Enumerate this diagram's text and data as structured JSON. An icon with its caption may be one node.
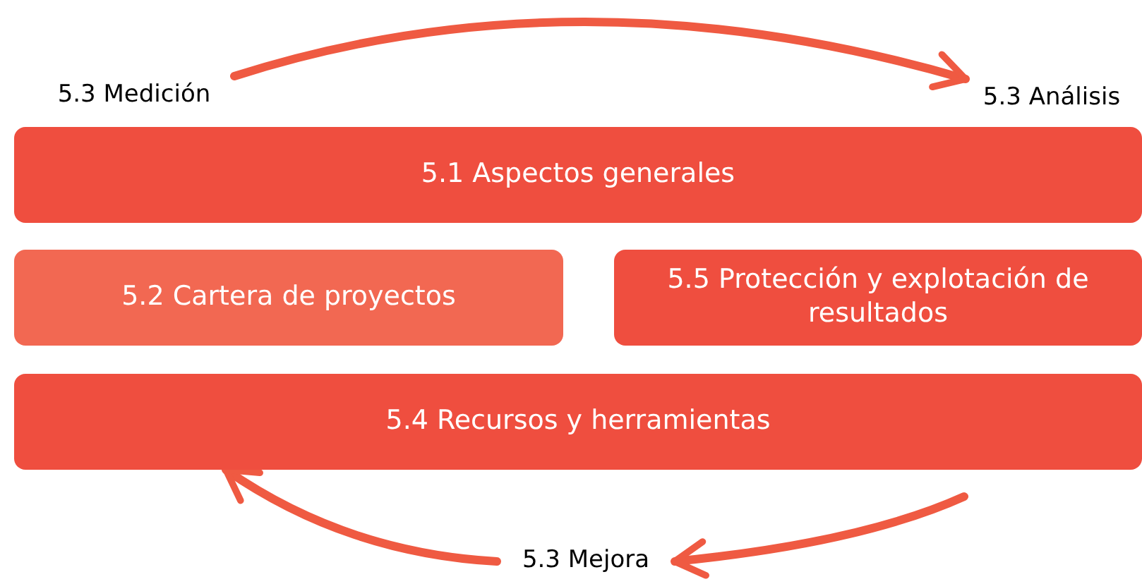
{
  "diagram": {
    "nodes": [
      {
        "text": [
          "5.3 Medición"
        ]
      },
      {
        "text": [
          "5.3 Análisis"
        ]
      },
      {
        "text": [
          "5.1 Aspectos generales"
        ]
      },
      {
        "text": [
          "5.2 Cartera de proyectos"
        ]
      },
      {
        "text": [
          "5.5 Protección y explotación de resultados"
        ]
      },
      {
        "text": [
          "5.4 Recursos y herramientas"
        ]
      },
      {
        "text": [
          "5.3 Mejora"
        ]
      }
    ],
    "edges": [
      {
        "from": 0,
        "to": 1,
        "arrow": "to"
      },
      {
        "from": null,
        "to": 6,
        "arrow": "to"
      },
      {
        "from": 6,
        "to": 5,
        "arrow": "to"
      }
    ]
  }
}
